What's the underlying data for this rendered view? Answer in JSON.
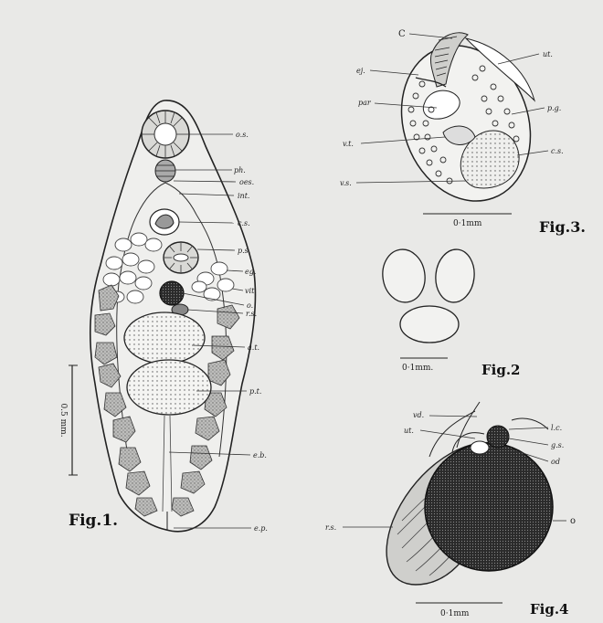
{
  "figures": {
    "fig1": {
      "caption": "Fig.1.",
      "scale_label": "0.5 mm.",
      "labels": {
        "os": "o.s.",
        "ph": "ph.",
        "oes": "oes.",
        "int": "int.",
        "cs": "c.s.",
        "ps": "p.s.",
        "eg": "eg.",
        "vit": "vit.",
        "o": "o.",
        "rs": "r.s.",
        "at": "a.t.",
        "pt": "p.t.",
        "eb": "e.b.",
        "ep": "e.p."
      }
    },
    "fig2": {
      "caption": "Fig.2",
      "scale_label": "0·1mm."
    },
    "fig3": {
      "caption": "Fig.3.",
      "scale_label": "0·1mm",
      "labels": {
        "c": "C",
        "ej": "ej.",
        "ut": "ut.",
        "par": "par",
        "pg": "p.g.",
        "vt": "v.t.",
        "cs": "c.s.",
        "vs": "v.s."
      }
    },
    "fig4": {
      "caption": "Fig.4",
      "scale_label": "0·1mm",
      "labels": {
        "vd": "vd.",
        "ut": "ut.",
        "lc": "l.c.",
        "gs": "g.s.",
        "od": "od",
        "rs": "r.s.",
        "o": "o"
      }
    }
  }
}
